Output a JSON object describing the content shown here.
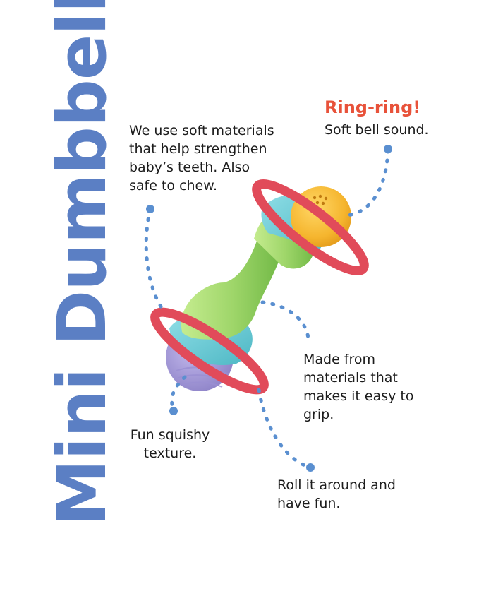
{
  "title": "Mini Dumbbell",
  "callouts": {
    "ring_heading": "Ring-ring!",
    "bell": "Soft bell sound.",
    "materials": [
      "We use soft materials",
      "that help strengthen",
      "baby’s teeth. Also",
      "safe to chew."
    ],
    "grip": [
      "Made from",
      "materials that",
      "makes it easy to",
      "grip."
    ],
    "texture": [
      "Fun squishy",
      "texture."
    ],
    "roll": [
      "Roll it around and",
      "have fun."
    ]
  },
  "colors": {
    "title": "#5b7fc4",
    "accent": "#e8523a",
    "dashed_line": "#5a8fd0",
    "ring": "#e14b5a",
    "bell_ball": "#f5b52e",
    "handle": "#9fd66a",
    "cap": "#6ccbd6",
    "purple_ball": "#a69ad8"
  }
}
